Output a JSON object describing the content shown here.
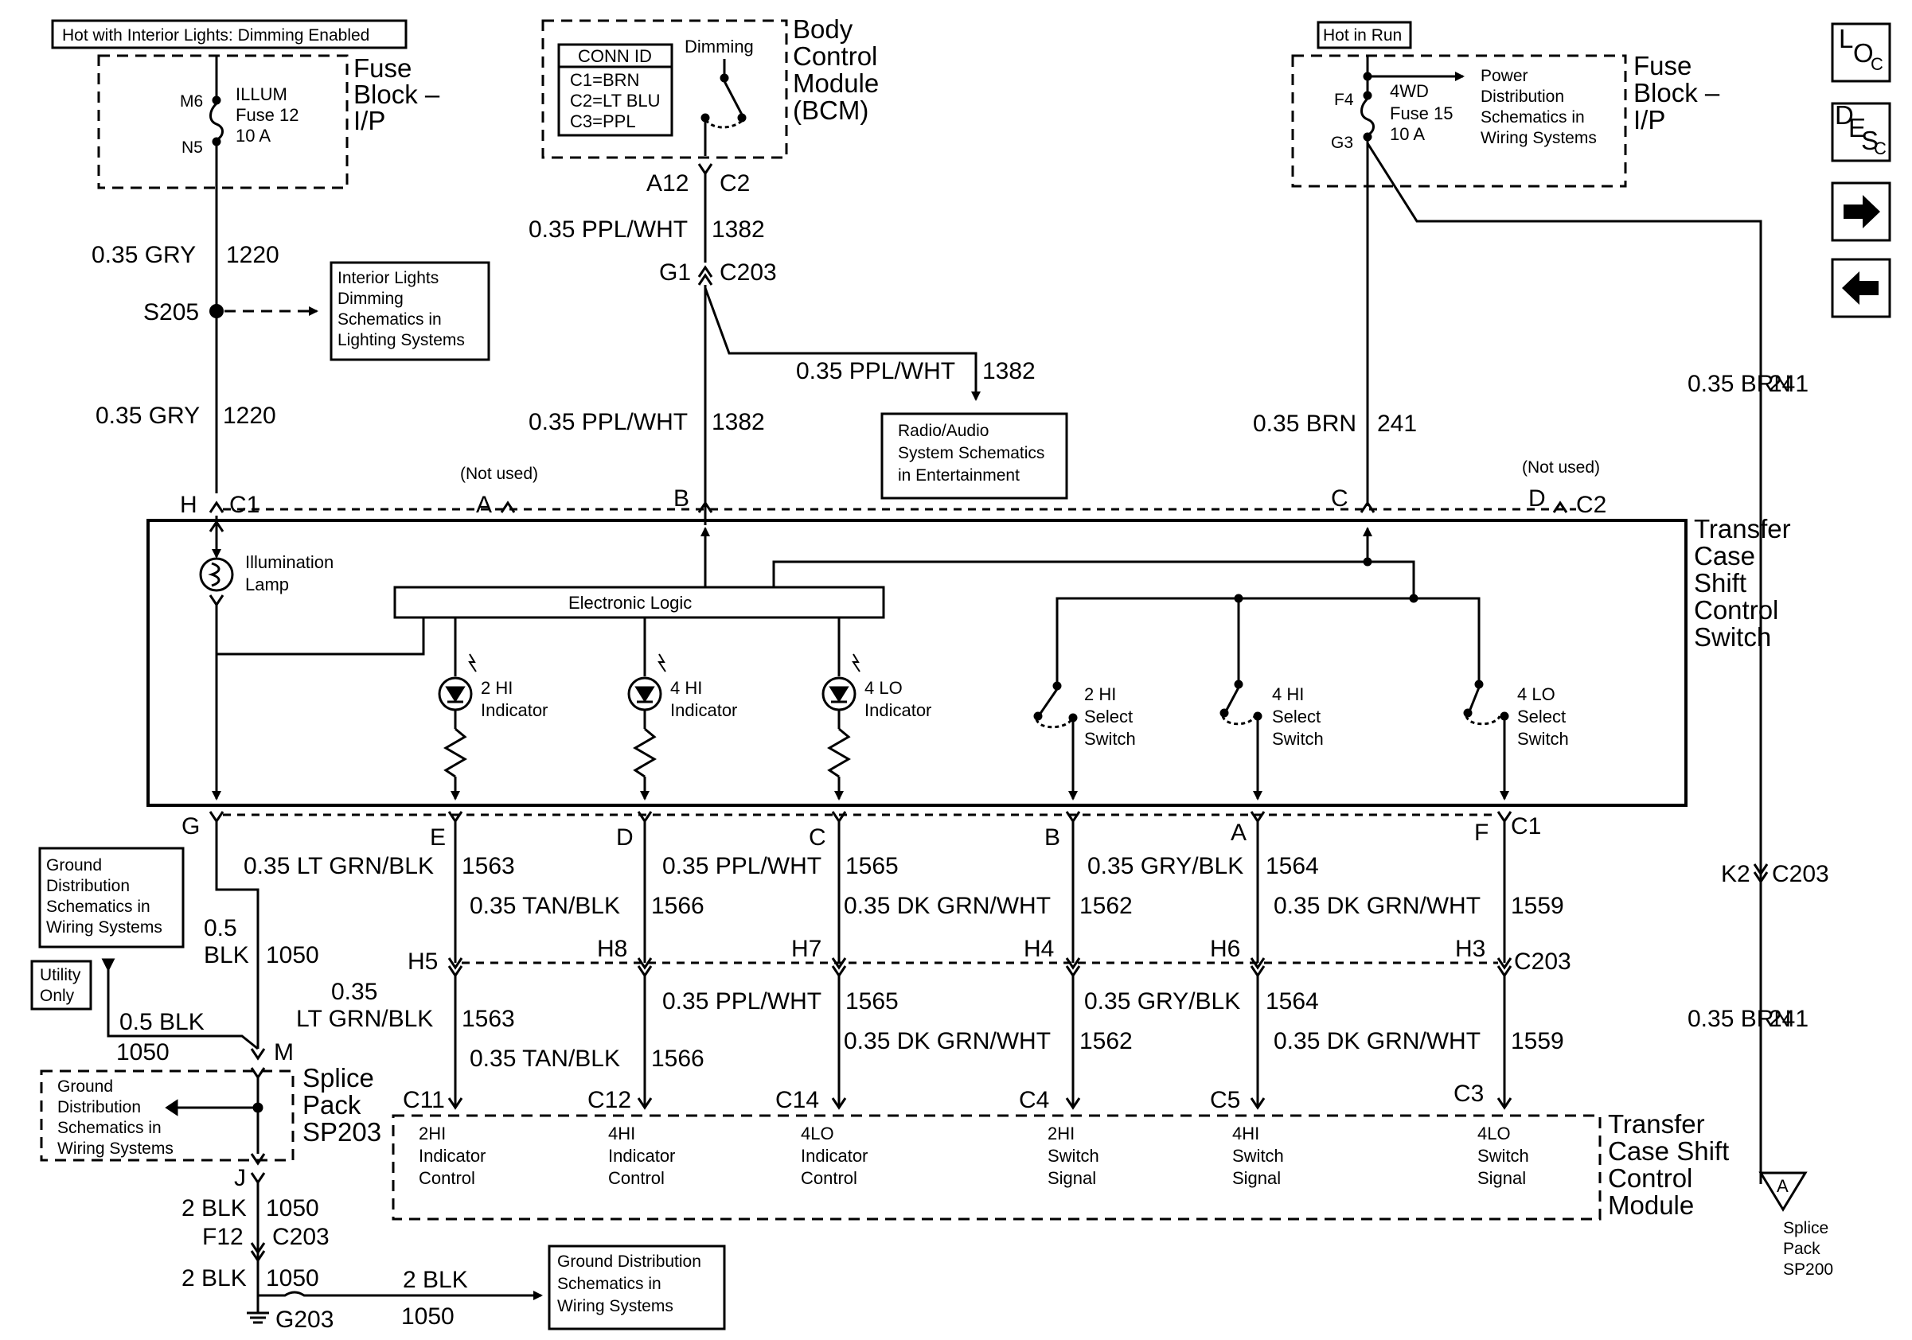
{
  "headers": {
    "hot_interior": "Hot with Interior Lights: Dimming Enabled",
    "hot_run": "Hot in Run"
  },
  "nav": {
    "loc": [
      "L",
      "O",
      "C"
    ],
    "desc": [
      "D",
      "E",
      "S",
      "C"
    ]
  },
  "fuse_left": {
    "block": [
      "Fuse",
      "Block –",
      "I/P"
    ],
    "pin_top": "M6",
    "pin_bottom": "N5",
    "fuse": [
      "ILLUM",
      "Fuse 12",
      "10 A"
    ]
  },
  "bcm": {
    "title": [
      "Body",
      "Control",
      "Module",
      "(BCM)"
    ],
    "conn_title": "CONN ID",
    "conn_rows": [
      "C1=BRN",
      "C2=LT BLU",
      "C3=PPL"
    ],
    "dimming": "Dimming",
    "pin": "A12",
    "conn": "C2"
  },
  "fuse_right": {
    "block": [
      "Fuse",
      "Block –",
      "I/P"
    ],
    "pin_top": "F4",
    "pin_bottom": "G3",
    "fuse": [
      "4WD",
      "Fuse 15",
      "10 A"
    ],
    "ref": [
      "Power",
      "Distribution",
      "Schematics in",
      "Wiring Systems"
    ]
  },
  "refs": {
    "interior_dim": [
      "Interior Lights",
      "Dimming",
      "Schematics in",
      "Lighting Systems"
    ],
    "radio": [
      "Radio/Audio",
      "System Schematics",
      "in Entertainment"
    ],
    "ground_top": [
      "Ground",
      "Distribution",
      "Schematics in",
      "Wiring Systems"
    ],
    "utility": [
      "Utility",
      "Only"
    ],
    "ground_splice": [
      "Ground",
      "Distribution",
      "Schematics in",
      "Wiring Systems"
    ],
    "ground_bottom": [
      "Ground Distribution",
      "Schematics in",
      "Wiring Systems"
    ]
  },
  "wires": {
    "w1220_a": {
      "size": "0.35 GRY",
      "ckt": "1220"
    },
    "w1220_b": {
      "size": "0.35 GRY",
      "ckt": "1220"
    },
    "w1382_a": {
      "size": "0.35 PPL/WHT",
      "ckt": "1382"
    },
    "w1382_b": {
      "size": "0.35 PPL/WHT",
      "ckt": "1382"
    },
    "w1382_radio": {
      "size": "0.35 PPL/WHT",
      "ckt": "1382"
    },
    "w241_a": {
      "size": "0.35 BRN",
      "ckt": "241"
    },
    "w241_b": {
      "size": "0.35 BRN",
      "ckt": "241"
    },
    "w241_c": {
      "size": "0.35 BRN",
      "ckt": "241"
    },
    "w1563_a": {
      "size": "0.35 LT GRN/BLK",
      "ckt": "1563"
    },
    "w1563_b": {
      "size1": "0.35",
      "size2": "LT GRN/BLK",
      "ckt": "1563"
    },
    "w1566_a": {
      "size": "0.35  TAN/BLK",
      "ckt": "1566"
    },
    "w1566_b": {
      "size": "0.35  TAN/BLK",
      "ckt": "1566"
    },
    "w1565_a": {
      "size": "0.35 PPL/WHT",
      "ckt": "1565"
    },
    "w1565_b": {
      "size": "0.35 PPL/WHT",
      "ckt": "1565"
    },
    "w1562_a": {
      "size": "0.35 DK GRN/WHT",
      "ckt": "1562"
    },
    "w1562_b": {
      "size": "0.35 DK GRN/WHT",
      "ckt": "1562"
    },
    "w1564_a": {
      "size": "0.35 GRY/BLK",
      "ckt": "1564"
    },
    "w1564_b": {
      "size": "0.35 GRY/BLK",
      "ckt": "1564"
    },
    "w1559_a": {
      "size": "0.35 DK GRN/WHT",
      "ckt": "1559"
    },
    "w1559_b": {
      "size": "0.35 DK GRN/WHT",
      "ckt": "1559"
    },
    "w1050_a": {
      "size1": "0.5",
      "size2": "BLK",
      "ckt": "1050"
    },
    "w1050_b": {
      "size": "0.5 BLK",
      "ckt": "1050"
    },
    "w1050_c": {
      "size": "2 BLK",
      "ckt": "1050"
    },
    "w1050_d": {
      "size": "2 BLK",
      "ckt": "1050"
    },
    "w1050_e": {
      "size": "2 BLK",
      "ckt": "1050"
    }
  },
  "splices": {
    "s205": "S205",
    "sp203_title": [
      "Splice",
      "Pack",
      "SP203"
    ],
    "sp203_m": "M",
    "sp203_j": "J",
    "sp200": [
      "Splice",
      "Pack",
      "SP200"
    ],
    "sp200_letter": "A"
  },
  "connectors": {
    "g1": "G1",
    "c203_top": "C203",
    "k2": "K2",
    "c203_right": "C203",
    "f12": "F12",
    "c203_bottom": "C203",
    "g203": "G203"
  },
  "switch_module": {
    "title": [
      "Transfer",
      "Case",
      "Shift",
      "Control",
      "Switch"
    ],
    "not_used": "(Not used)",
    "top_pins": {
      "H": "H",
      "C1": "C1",
      "A": "A",
      "B": "B",
      "C": "C",
      "D": "D",
      "C2": "C2"
    },
    "bottom_pins": {
      "G": "G",
      "E": "E",
      "D": "D",
      "C": "C",
      "B": "B",
      "A": "A",
      "F": "F",
      "C1": "C1"
    },
    "lamp": [
      "Illumination",
      "Lamp"
    ],
    "logic": "Electronic Logic",
    "indicators": [
      {
        "name": "2 HI",
        "sub": "Indicator"
      },
      {
        "name": "4 HI",
        "sub": "Indicator"
      },
      {
        "name": "4 LO",
        "sub": "Indicator"
      }
    ],
    "switches": [
      {
        "name": "2 HI",
        "sub1": "Select",
        "sub2": "Switch"
      },
      {
        "name": "4 HI",
        "sub1": "Select",
        "sub2": "Switch"
      },
      {
        "name": "4 LO",
        "sub1": "Select",
        "sub2": "Switch"
      }
    ]
  },
  "c203_row": {
    "pins": [
      "H5",
      "H8",
      "H7",
      "H4",
      "H6",
      "H3"
    ],
    "conn": "C203"
  },
  "control_module": {
    "title": [
      "Transfer",
      "Case Shift",
      "Control",
      "Module"
    ],
    "pins": [
      "C11",
      "C12",
      "C14",
      "C4",
      "C5",
      "C3"
    ],
    "labels": [
      [
        "2HI",
        "Indicator",
        "Control"
      ],
      [
        "4HI",
        "Indicator",
        "Control"
      ],
      [
        "4LO",
        "Indicator",
        "Control"
      ],
      [
        "2HI",
        "Switch",
        "Signal"
      ],
      [
        "4HI",
        "Switch",
        "Signal"
      ],
      [
        "4LO",
        "Switch",
        "Signal"
      ]
    ]
  }
}
